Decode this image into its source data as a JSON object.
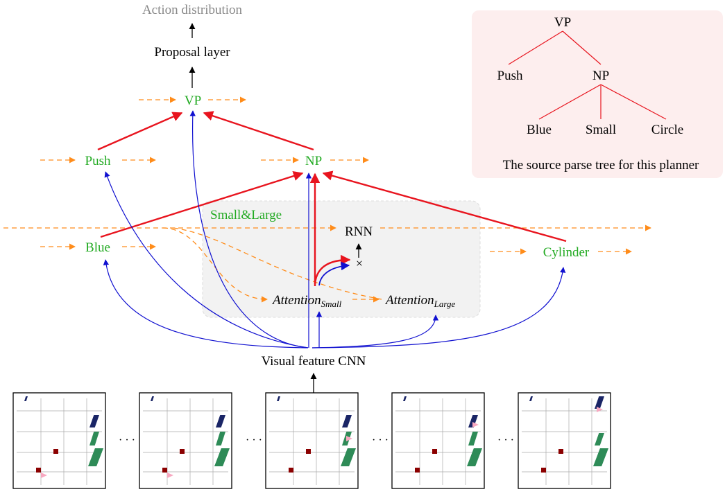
{
  "top_label": "Action distribution",
  "proposal_label": "Proposal layer",
  "visual_label": "Visual feature CNN",
  "rnn_label": "RNN",
  "module_group_label": "Small&Large",
  "nodes": {
    "vp": "VP",
    "push": "Push",
    "np": "NP",
    "blue": "Blue",
    "cylinder": "Cylinder"
  },
  "attention_small": {
    "base": "Attention",
    "sub": "Small"
  },
  "attention_large": {
    "base": "Attention",
    "sub": "Large"
  },
  "multiply_symbol": "×",
  "ellipsis": "· · ·",
  "parse_tree": {
    "root": "VP",
    "child_left": "Push",
    "child_right": "NP",
    "leaf_1": "Blue",
    "leaf_2": "Small",
    "leaf_3": "Circle",
    "caption": "The source parse tree for this planner"
  },
  "colors": {
    "node_green": "#22aa22",
    "flow_orange": "#ff8c1a",
    "tree_red": "#e8141e",
    "cnn_blue": "#1010d0",
    "top_gray": "#888888",
    "panel_bg": "#f2f2f2",
    "tree_panel_bg": "#fdeeee"
  },
  "frames_count": 5
}
